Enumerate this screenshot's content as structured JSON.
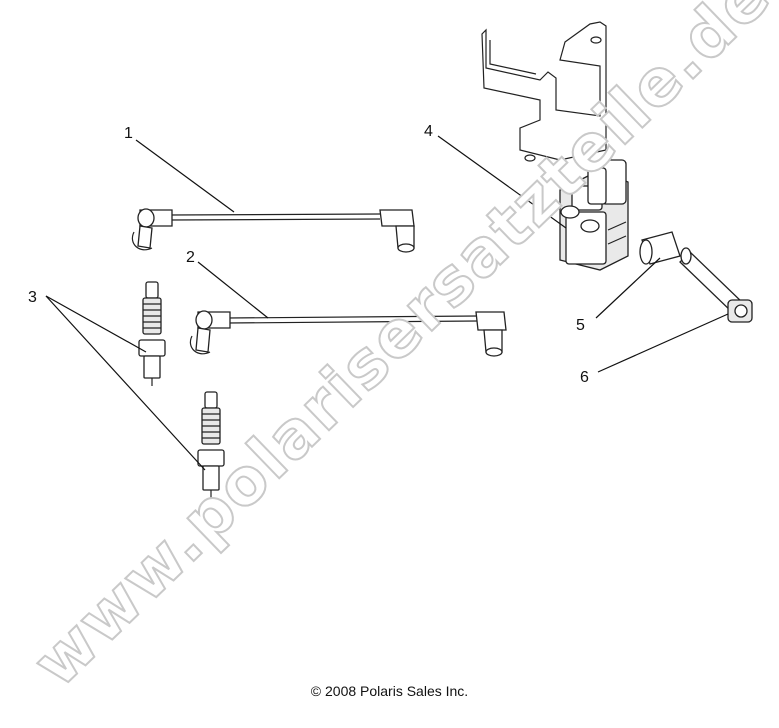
{
  "diagram": {
    "callouts": [
      {
        "id": "1",
        "label": "1"
      },
      {
        "id": "2",
        "label": "2"
      },
      {
        "id": "3",
        "label": "3"
      },
      {
        "id": "4",
        "label": "4"
      },
      {
        "id": "5",
        "label": "5"
      },
      {
        "id": "6",
        "label": "6"
      }
    ],
    "watermark": "www.polarisersatzteile.de",
    "copyright": "© 2008 Polaris Sales Inc."
  },
  "colors": {
    "line": "#222222",
    "watermark_outline": "#c9c9c9",
    "background": "#ffffff"
  }
}
